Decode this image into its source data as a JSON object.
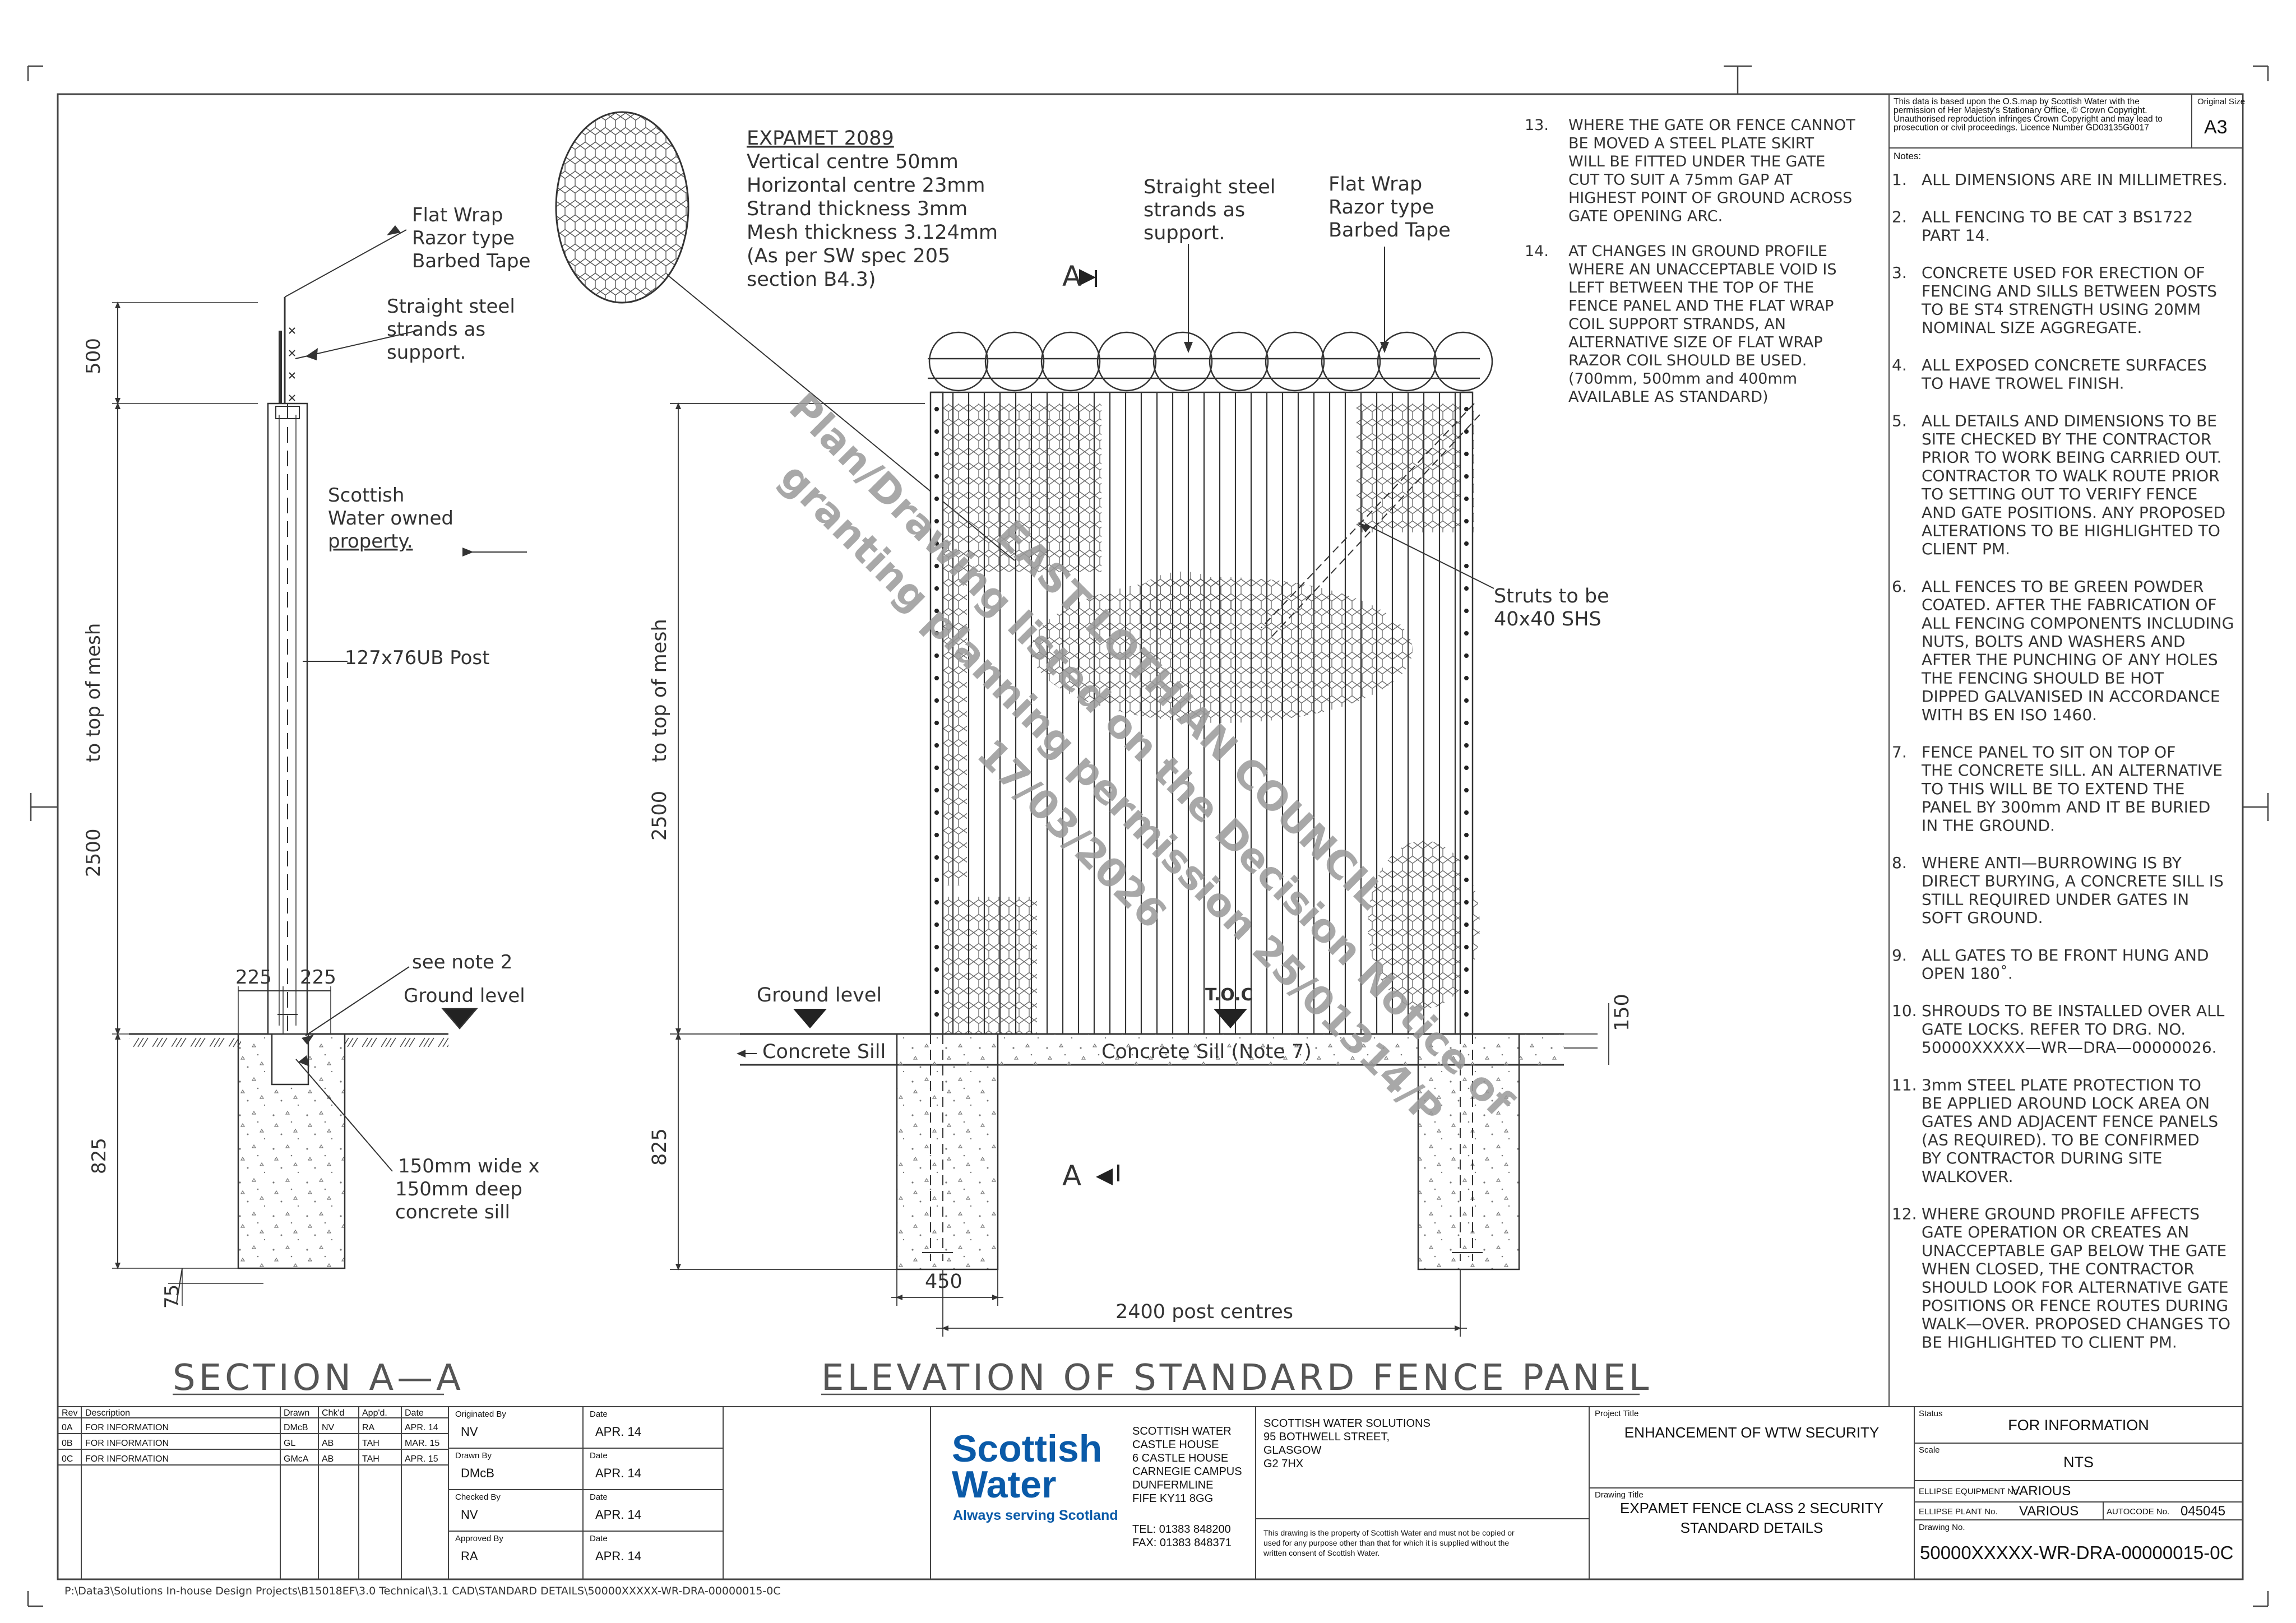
{
  "mesh_detail": {
    "title": "EXPAMET 2089",
    "lines": [
      "Vertical centre 50mm",
      "Horizontal centre 23mm",
      "Strand thickness 3mm",
      "Mesh thickness 3.124mm",
      "(As per SW spec 205",
      "section B4.3)"
    ]
  },
  "section": {
    "title": "SECTION A—A",
    "labels": {
      "barbed_tape": [
        "Flat Wrap",
        "Razor type",
        "Barbed Tape"
      ],
      "straight_strands": [
        "Straight steel",
        "strands as",
        "support."
      ],
      "owned": [
        "Scottish",
        "Water owned",
        "property."
      ],
      "post": "127x76UB Post",
      "see_note": "see note 2",
      "ground": "Ground level",
      "sill": [
        "150mm wide x",
        "150mm deep",
        "concrete sill"
      ]
    },
    "dims": {
      "d500": "500",
      "d2500": "2500",
      "to_top": "to top of mesh",
      "d825": "825",
      "d225a": "225",
      "d225b": "225",
      "d75": "75"
    }
  },
  "elevation": {
    "title": "ELEVATION  OF  STANDARD  FENCE  PANEL",
    "labels": {
      "strands": [
        "Straight steel",
        "strands as",
        "support."
      ],
      "tape": [
        "Flat Wrap",
        "Razor type",
        "Barbed Tape"
      ],
      "struts": [
        "Struts to be",
        "40x40 SHS"
      ],
      "ground": "Ground level",
      "toc": "T.O.C",
      "sill_left": "Concrete Sill",
      "sill_main": "Concrete Sill (Note 7)",
      "section_mark": "A"
    },
    "dims": {
      "d2500": "2500",
      "to_top": "to top of mesh",
      "d825": "825",
      "d150": "150",
      "d450": "450",
      "d2400": "2400 post centres"
    }
  },
  "notes_top": [
    {
      "n": "13.",
      "lines": [
        "WHERE THE GATE OR FENCE CANNOT",
        "BE MOVED A STEEL PLATE SKIRT",
        "WILL BE FITTED UNDER THE GATE",
        "CUT TO SUIT A 75mm GAP AT",
        "HIGHEST POINT OF GROUND ACROSS",
        "GATE OPENING ARC."
      ]
    },
    {
      "n": "14.",
      "lines": [
        "AT CHANGES IN GROUND PROFILE",
        "WHERE AN UNACCEPTABLE VOID IS",
        "LEFT BETWEEN THE TOP OF THE",
        "FENCE PANEL AND THE FLAT WRAP",
        "COIL SUPPORT STRANDS, AN",
        "ALTERNATIVE SIZE OF FLAT WRAP",
        "RAZOR COIL SHOULD BE USED.",
        "(700mm, 500mm and 400mm",
        "AVAILABLE AS STANDARD)"
      ]
    }
  ],
  "copyright": [
    "This data is based upon the O.S.map by Scottish Water with the",
    "permission of Her Majesty's Stationary Office, © Crown Copyright.",
    "Unauthorised reproduction infringes Crown Copyright and may lead to",
    "prosecution or civil proceedings. Licence Number GD03135G0017"
  ],
  "original_size_label": "Original Size",
  "original_size": "A3",
  "notes_label": "Notes:",
  "notes": [
    {
      "n": "1.",
      "lines": [
        "ALL DIMENSIONS ARE IN MILLIMETRES."
      ]
    },
    {
      "n": "2.",
      "lines": [
        "ALL FENCING TO BE CAT 3 BS1722",
        "PART 14."
      ]
    },
    {
      "n": "3.",
      "lines": [
        "CONCRETE USED FOR ERECTION OF",
        "FENCING AND SILLS BETWEEN POSTS",
        "TO BE ST4 STRENGTH USING 20MM",
        "NOMINAL SIZE AGGREGATE."
      ]
    },
    {
      "n": "4.",
      "lines": [
        "ALL EXPOSED CONCRETE SURFACES",
        "TO HAVE TROWEL FINISH."
      ]
    },
    {
      "n": "5.",
      "lines": [
        "ALL DETAILS AND DIMENSIONS TO BE",
        "SITE CHECKED BY THE CONTRACTOR",
        "PRIOR TO WORK BEING CARRIED OUT.",
        "CONTRACTOR TO WALK ROUTE PRIOR",
        "TO SETTING OUT TO VERIFY FENCE",
        "AND GATE POSITIONS. ANY PROPOSED",
        "ALTERATIONS TO BE HIGHLIGHTED TO",
        "CLIENT PM."
      ]
    },
    {
      "n": "6.",
      "lines": [
        "ALL FENCES TO BE GREEN POWDER",
        "COATED. AFTER THE FABRICATION OF",
        "ALL FENCING COMPONENTS INCLUDING",
        "NUTS, BOLTS AND WASHERS AND",
        "AFTER THE PUNCHING OF ANY HOLES",
        "THE FENCING SHOULD BE HOT",
        "DIPPED GALVANISED IN ACCORDANCE",
        "WITH BS EN ISO 1460."
      ]
    },
    {
      "n": "7.",
      "lines": [
        "FENCE PANEL TO SIT ON TOP OF",
        "THE CONCRETE SILL. AN ALTERNATIVE",
        "TO THIS WILL BE TO EXTEND THE",
        "PANEL BY 300mm AND IT BE BURIED",
        "IN THE GROUND."
      ]
    },
    {
      "n": "8.",
      "lines": [
        "WHERE ANTI—BURROWING IS BY",
        "DIRECT BURYING, A CONCRETE SILL IS",
        "STILL REQUIRED UNDER GATES IN",
        "SOFT GROUND."
      ]
    },
    {
      "n": "9.",
      "lines": [
        "ALL GATES TO BE FRONT HUNG AND",
        "OPEN 180˚."
      ]
    },
    {
      "n": "10.",
      "lines": [
        "SHROUDS TO BE INSTALLED OVER ALL",
        "GATE LOCKS. REFER TO DRG. NO.",
        "50000XXXXX—WR—DRA—00000026."
      ]
    },
    {
      "n": "11.",
      "lines": [
        "3mm STEEL PLATE PROTECTION TO",
        "BE APPLIED AROUND LOCK AREA ON",
        "GATES AND ADJACENT FENCE PANELS",
        "(AS REQUIRED). TO BE CONFIRMED",
        "BY CONTRACTOR DURING SITE",
        "WALKOVER."
      ]
    },
    {
      "n": "12.",
      "lines": [
        "WHERE GROUND PROFILE AFFECTS",
        "GATE OPERATION OR CREATES AN",
        "UNACCEPTABLE GAP BELOW THE GATE",
        "WHEN CLOSED, THE CONTRACTOR",
        "SHOULD LOOK FOR ALTERNATIVE GATE",
        "POSITIONS OR FENCE ROUTES DURING",
        "WALK—OVER. PROPOSED CHANGES TO",
        "BE HIGHLIGHTED TO CLIENT PM."
      ]
    }
  ],
  "watermark": [
    "EAST LOTHIAN COUNCIL",
    "Plan/Drawing listed on the Decision Notice of",
    "granting planning permission 25/01314/P",
    "17/03/2026"
  ],
  "revision_table": {
    "headers": [
      "Rev",
      "Description",
      "Drawn",
      "Chk'd",
      "App'd.",
      "Date"
    ],
    "rows": [
      [
        "0A",
        "FOR INFORMATION",
        "DMcB",
        "NV",
        "RA",
        "APR. 14"
      ],
      [
        "0B",
        "FOR INFORMATION",
        "GL",
        "AB",
        "TAH",
        "MAR. 15"
      ],
      [
        "0C",
        "FOR INFORMATION",
        "GMcA",
        "AB",
        "TAH",
        "APR. 15"
      ]
    ]
  },
  "signoff": [
    {
      "role": "Originated By",
      "name": "NV",
      "date_label": "Date",
      "date": "APR. 14"
    },
    {
      "role": "Drawn By",
      "name": "DMcB",
      "date_label": "Date",
      "date": "APR. 14"
    },
    {
      "role": "Checked By",
      "name": "NV",
      "date_label": "Date",
      "date": "APR. 14"
    },
    {
      "role": "Approved By",
      "name": "RA",
      "date_label": "Date",
      "date": "APR. 14"
    }
  ],
  "brand": {
    "line1": "Scottish",
    "line2": "Water",
    "tagline": "Always serving Scotland",
    "color": "#0a5aa8"
  },
  "address1": [
    "SCOTTISH WATER",
    "CASTLE HOUSE",
    "6 CASTLE HOUSE",
    "CARNEGIE CAMPUS",
    "DUNFERMLINE",
    "FIFE  KY11 8GG"
  ],
  "phone": [
    "TEL: 01383 848200",
    "FAX: 01383 848371"
  ],
  "address2": [
    "SCOTTISH WATER SOLUTIONS",
    "95 BOTHWELL STREET,",
    "GLASGOW",
    "G2 7HX"
  ],
  "property_note": [
    "This drawing is the property of Scottish Water and must not be copied or",
    "used for any purpose other than that for which it is supplied without the",
    "written consent of Scottish Water."
  ],
  "project_title_label": "Project Title",
  "project_title": "ENHANCEMENT OF WTW SECURITY",
  "drawing_title_label": "Drawing Title",
  "drawing_title": [
    "EXPAMET FENCE CLASS 2 SECURITY",
    "STANDARD DETAILS"
  ],
  "status_label": "Status",
  "status": "FOR INFORMATION",
  "scale_label": "Scale",
  "scale": "NTS",
  "equipment_label": "ELLIPSE EQUIPMENT No.",
  "equipment": "VARIOUS",
  "plant_label": "ELLIPSE PLANT No.",
  "plant": "VARIOUS",
  "autocode_label": "AUTOCODE No.",
  "autocode": "045045",
  "drawing_no_label": "Drawing No.",
  "drawing_no": "50000XXXXX-WR-DRA-00000015-0C",
  "file_path": "P:\\Data3\\Solutions In-house Design Projects\\B15018EF\\3.0 Technical\\3.1 CAD\\STANDARD DETAILS\\50000XXXXX-WR-DRA-00000015-0C"
}
